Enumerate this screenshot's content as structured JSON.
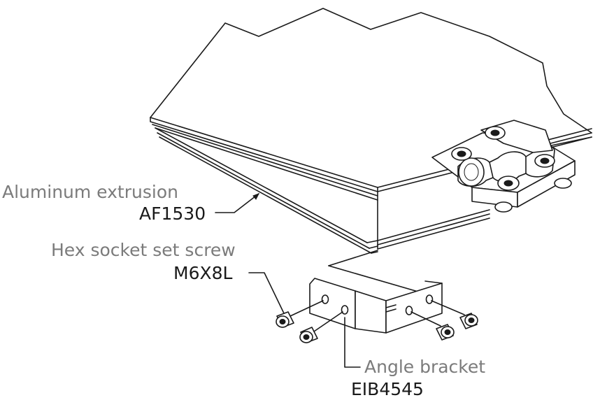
{
  "labels": {
    "extrusion_name": "Aluminum extrusion",
    "extrusion_code": "AF1530",
    "screw_name": "Hex socket set screw",
    "screw_code": "M6X8L",
    "bracket_name": "Angle bracket",
    "bracket_code": "EIB4545"
  },
  "colors": {
    "line": "#1a1a1a",
    "label_name": "#7b7b7b",
    "label_code": "#1a1a1a",
    "background": "#ffffff"
  }
}
